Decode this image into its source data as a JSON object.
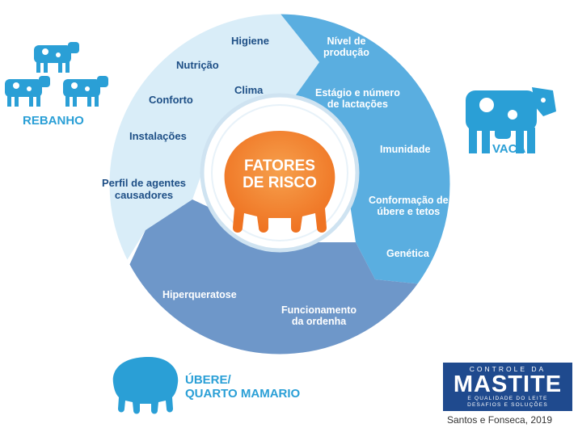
{
  "center": {
    "title_line1": "FATORES",
    "title_line2": "DE RISCO"
  },
  "rebanho": {
    "title": "REBANHO",
    "items": [
      "Higiene",
      "Nutrição",
      "Clima",
      "Conforto",
      "Instalações",
      "Perfil de agentes\ncausadores"
    ]
  },
  "vaca": {
    "title": "VACA",
    "items": [
      "Nível de\nprodução",
      "Estágio e número\nde lactações",
      "Imunidade",
      "Conformação de\núbere e tetos",
      "Genética"
    ]
  },
  "ubere": {
    "title_line1": "ÚBERE/",
    "title_line2": "QUARTO MAMARIO",
    "items": [
      "Hiperqueratose",
      "Funcionamento\nda ordenha"
    ]
  },
  "logo": {
    "top": "CONTROLE DA",
    "main": "MASTITE",
    "bottom": "E QUALIDADE DO LEITE\nDESAFIOS E SOLUÇÕES"
  },
  "citation": "Santos e Fonseca, 2019",
  "colors": {
    "light_sector": "#d9edf8",
    "mid_sector": "#5aaee0",
    "dark_sector": "#6e97c9",
    "center_orange": "#f07b2a",
    "icon_blue": "#2a9fd6",
    "label_dark": "#1e4f86"
  }
}
